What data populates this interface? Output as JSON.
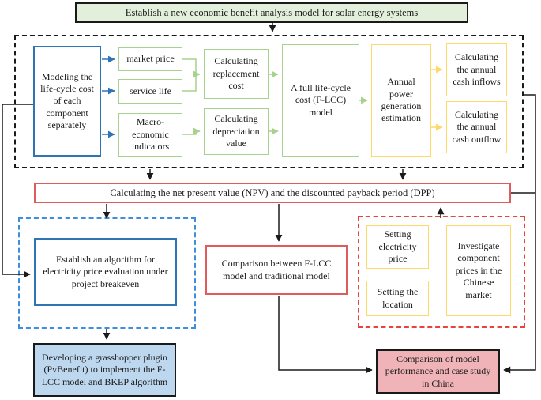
{
  "title_box": "Establish a new economic benefit analysis model for solar energy systems",
  "flcc_section": {
    "modeling": "Modeling the life-cycle cost of each component separately",
    "inputs": [
      "market price",
      "service life",
      "Macro-economic indicators"
    ],
    "calc_replacement": "Calculating replacement cost",
    "calc_depreciation": "Calculating depreciation value",
    "flcc_model": "A full life-cycle cost (F-LCC) model",
    "annual_power": "Annual power generation estimation",
    "cash_inflows": "Calculating the annual cash inflows",
    "cash_outflow": "Calculating the annual cash outflow"
  },
  "npv_box": "Calculating the net present value (NPV) and the discounted payback period (DPP)",
  "bkep_box": "Establish an algorithm for electricity price evaluation under project breakeven",
  "comparison_box": "Comparison between F-LCC model and traditional model",
  "case_section": {
    "electricity_price": "Setting electricity price",
    "location": "Setting the location",
    "investigate": "Investigate component prices in the Chinese market"
  },
  "plugin_box": "Developing a grasshopper plugin (PvBenefit) to implement the F-LCC model and BKEP algorithm",
  "performance_box": "Comparison of model performance and case study in China",
  "colors": {
    "accent_blue": "#2e75b6",
    "accent_green": "#a9d18e",
    "accent_yellow": "#ffd966",
    "accent_red": "#e05c5c",
    "dash_blue": "#3e8ede",
    "dash_red": "#e8433f",
    "fill_title_green": "#e2efda",
    "fill_plugin_blue": "#bdd7ee",
    "fill_performance_pink": "#f0b4b8",
    "line_black": "#1a1a1a"
  }
}
